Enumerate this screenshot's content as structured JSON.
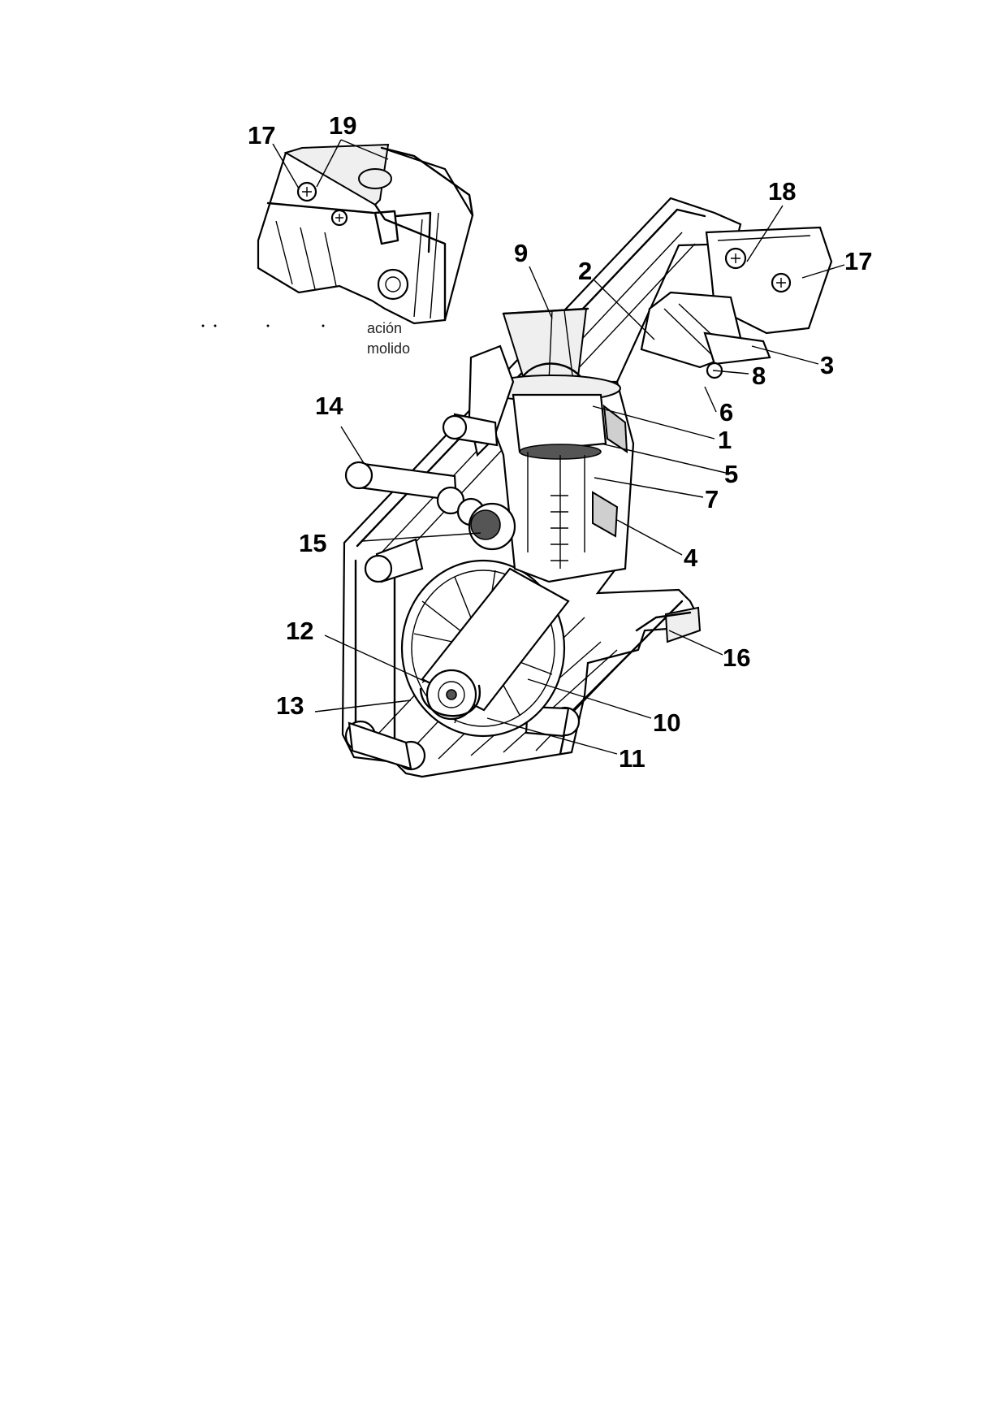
{
  "caption_fragment": {
    "line1": "ación",
    "line2": "molido"
  },
  "callouts": [
    {
      "id": "1",
      "label": "1"
    },
    {
      "id": "2",
      "label": "2"
    },
    {
      "id": "3",
      "label": "3"
    },
    {
      "id": "4",
      "label": "4"
    },
    {
      "id": "5",
      "label": "5"
    },
    {
      "id": "6",
      "label": "6"
    },
    {
      "id": "7",
      "label": "7"
    },
    {
      "id": "8",
      "label": "8"
    },
    {
      "id": "9",
      "label": "9"
    },
    {
      "id": "10",
      "label": "10"
    },
    {
      "id": "11",
      "label": "11"
    },
    {
      "id": "12",
      "label": "12"
    },
    {
      "id": "13",
      "label": "13"
    },
    {
      "id": "14",
      "label": "14"
    },
    {
      "id": "15",
      "label": "15"
    },
    {
      "id": "16",
      "label": "16"
    },
    {
      "id": "17a",
      "label": "17"
    },
    {
      "id": "17b",
      "label": "17"
    },
    {
      "id": "18",
      "label": "18"
    },
    {
      "id": "19",
      "label": "19"
    }
  ]
}
